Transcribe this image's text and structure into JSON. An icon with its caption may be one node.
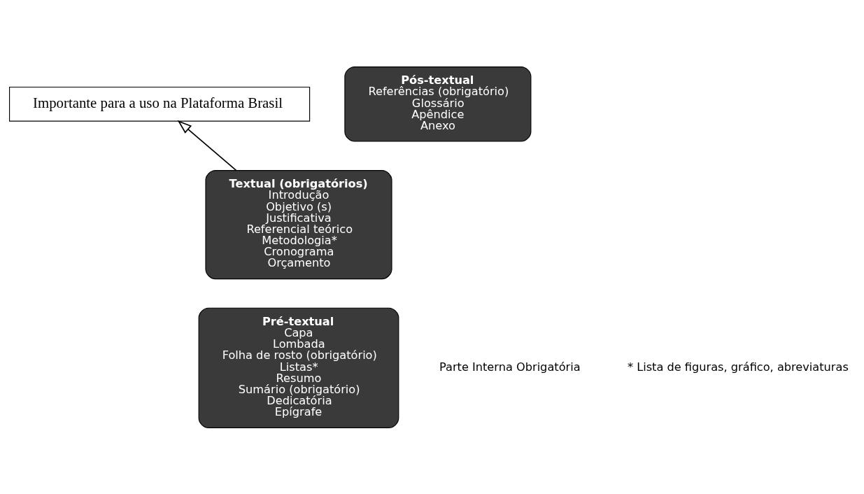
{
  "diagram": {
    "nodes": [
      {
        "text": [
          "Importante para a uso na Plataforma Brasil"
        ]
      },
      {
        "text": [
          "Pós-textual",
          "Referências (obrigatório)",
          "Glossário",
          "Apêndice",
          "Anexo"
        ]
      },
      {
        "text": [
          "Textual (obrigatórios)",
          "Introdução",
          "Objetivo (s)",
          "Justificativa",
          "Referencial teórico",
          "Metodologia*",
          "Cronograma",
          "Orçamento"
        ]
      },
      {
        "text": [
          "Pré-textual",
          "Capa",
          "Lombada",
          "Folha de rosto (obrigatório)",
          "Listas*",
          "Resumo",
          "Sumário (obrigatório)",
          "Dedicatória",
          "Epígrafe"
        ]
      }
    ],
    "edges": [
      {
        "from": 2,
        "to": 0,
        "arrow": "to"
      }
    ],
    "labels": [
      "Parte Interna Obrigatória",
      "* Lista de figuras, gráfico, abreviaturas"
    ]
  }
}
